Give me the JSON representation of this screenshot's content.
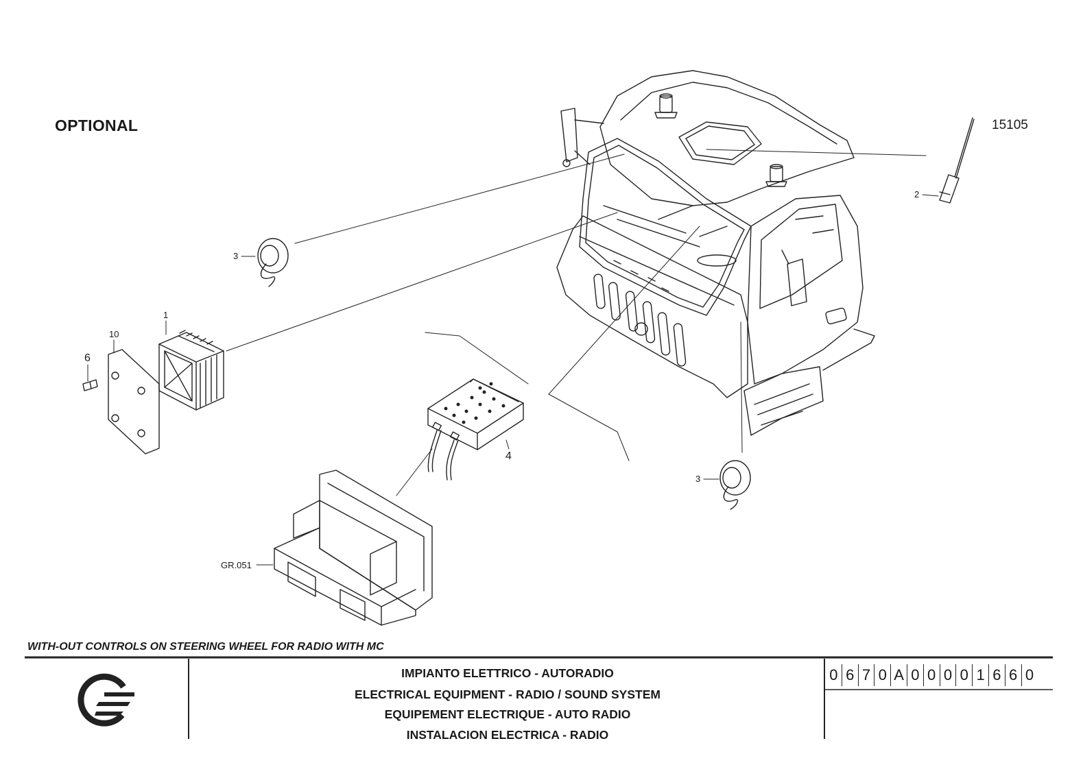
{
  "header": {
    "optional_label": "OPTIONAL",
    "drawing_number": "15105"
  },
  "callouts": {
    "c1": "1",
    "c2": "2",
    "c3a": "3",
    "c3b": "3",
    "c4": "4",
    "c6": "6",
    "c10": "10",
    "gr": "GR.051"
  },
  "subtitle": "WITH-OUT CONTROLS ON STEERING WHEEL FOR RADIO WITH MC",
  "title_block": {
    "lines": [
      "IMPIANTO ELETTRICO - AUTORADIO",
      "ELECTRICAL EQUIPMENT - RADIO / SOUND SYSTEM",
      "EQUIPEMENT ELECTRIQUE - AUTO RADIO",
      "INSTALACION ELECTRICA - RADIO"
    ],
    "code_chars": [
      "0",
      "6",
      "7",
      "0",
      "A",
      "0",
      "0",
      "0",
      "0",
      "1",
      "6",
      "6",
      "0"
    ]
  },
  "colors": {
    "line": "#222222",
    "background": "#ffffff"
  },
  "icons": [
    "brand-logo-icon"
  ]
}
